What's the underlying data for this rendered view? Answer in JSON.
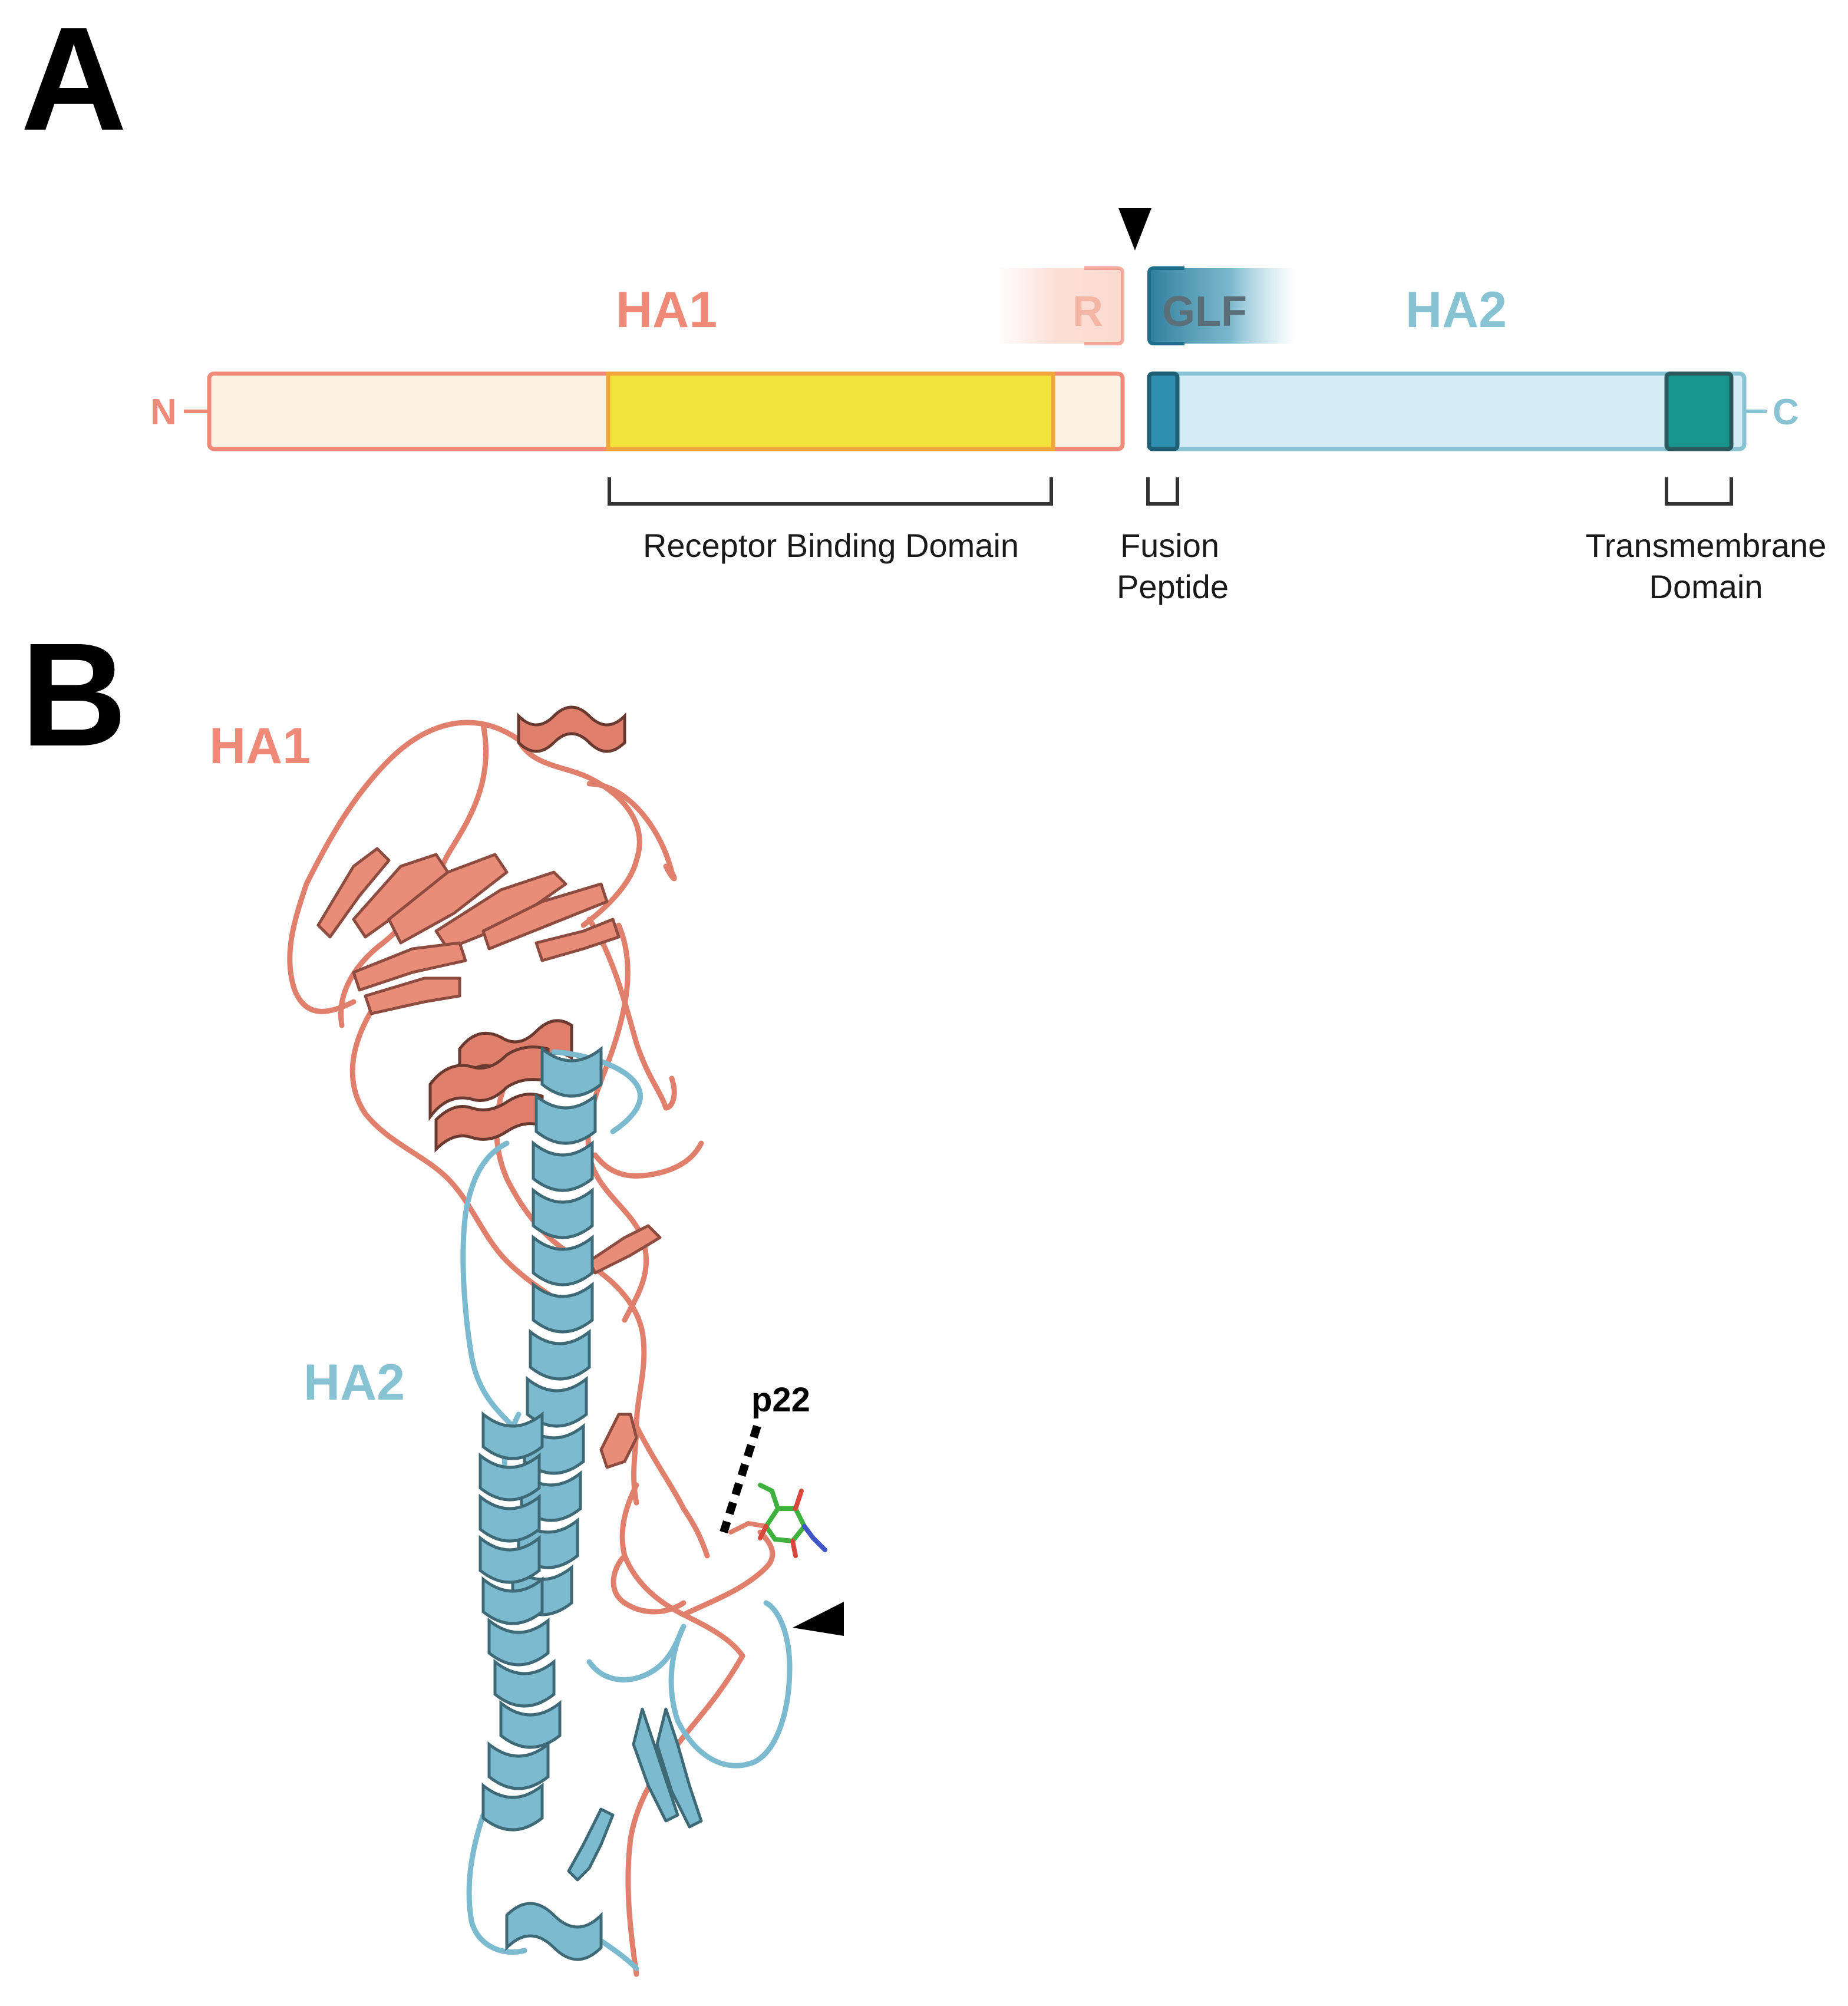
{
  "panel_a": {
    "letter": "A",
    "ha1_label": "HA1",
    "ha2_label": "HA2",
    "n_terminus": "N",
    "c_terminus": "C",
    "ha1_cleavage_residue": "R",
    "ha2_fusion_residues": "GLF",
    "annotations": {
      "rbd": "Receptor Binding Domain",
      "fusion_line1": "Fusion",
      "fusion_line2": "Peptide",
      "tm_line1": "Transmembrane",
      "tm_line2": "Domain"
    }
  },
  "panel_b": {
    "letter": "B",
    "ha1_label": "HA1",
    "ha2_label": "HA2",
    "site_label": "p22"
  },
  "colors": {
    "ha1": "#f08a78",
    "ha1_fill": "#fdf1e4",
    "rbd": "#f2e33c",
    "ha2": "#88c3d4",
    "ha2_fill": "#d6edf5",
    "fusion": "#2e8fb0",
    "tm": "#16968a",
    "ha1_ribbon": "#e0806c",
    "ha2_ribbon": "#7bbacf",
    "ligand": "#3fb13f"
  },
  "icons": [
    "cleavage-arrow-icon",
    "cleavage-pointer-icon",
    "ligand-molecule-icon"
  ]
}
